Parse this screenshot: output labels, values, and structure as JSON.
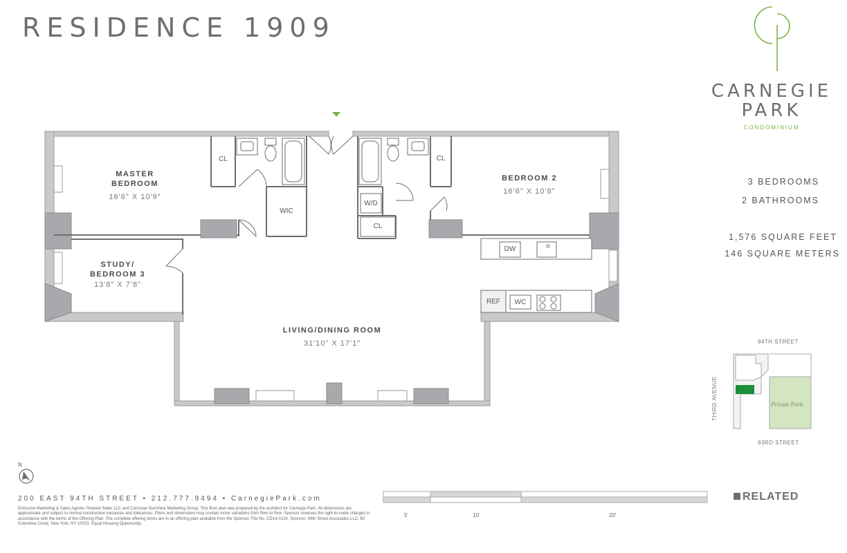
{
  "title": "RESIDENCE 1909",
  "brand": {
    "name_line1": "CARNEGIE",
    "name_line2": "PARK",
    "subtitle": "CONDOMINIUM",
    "accent_color": "#7cb342"
  },
  "specs": {
    "bedrooms": "3 BEDROOMS",
    "bathrooms": "2 BATHROOMS",
    "square_feet": "1,576 SQUARE FEET",
    "square_meters": "146 SQUARE METERS"
  },
  "rooms": {
    "master": {
      "name_line1": "MASTER",
      "name_line2": "BEDROOM",
      "dims": "16'6\" X 10'9\""
    },
    "bedroom2": {
      "name": "BEDROOM 2",
      "dims": "16'6\" X 10'8\""
    },
    "study": {
      "name_line1": "STUDY/",
      "name_line2": "BEDROOM 3",
      "dims": "13'8\" X 7'8\""
    },
    "living": {
      "name": "LIVING/DINING ROOM",
      "dims": "31'10\" X 17'1\""
    }
  },
  "fixtures": {
    "closet": "CL",
    "walk_in_closet": "WIC",
    "washer_dryer": "W/D",
    "dishwasher": "DW",
    "refrigerator": "REF",
    "wine_cooler": "WC"
  },
  "key_plan": {
    "north_street": "94TH STREET",
    "south_street": "93RD STREET",
    "west_street": "THIRD AVENUE",
    "park_label": "Private Park"
  },
  "compass_label": "N",
  "footer": {
    "address": "200 EAST 94TH STREET  •  212.777.9494  •  CarnegiePark.com",
    "disclaimer": "Exclusive Marketing & Sales Agents: Related Sales LLC and Corcoran Sunshine Marketing Group. This floor plan was prepared by the architect for Carnegie Park. All dimensions are approximate and subject to normal construction variances and tolerances. Plans and dimensions may contain minor variations from floor to floor. Sponsor reserves the right to make changes in accordance with the terms of the Offering Plan. The complete offering terms are in an offering plan available from the Sponsor. File No. CD14-0124. Sponsor: 94th Street Associates LLC, 60 Columbus Circle, New York, NY 10023. Equal Housing Opportunity.",
    "developer": "RELATED"
  },
  "scale": {
    "labels": [
      "5'",
      "10'",
      "20'"
    ]
  }
}
